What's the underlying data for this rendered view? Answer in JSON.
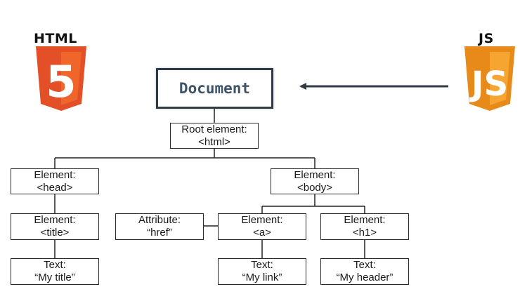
{
  "html_logo": {
    "label": "HTML",
    "digit": "5",
    "color_dark": "#e34f26",
    "color_light": "#f06529"
  },
  "js_logo": {
    "label": "JS",
    "text": "JS",
    "color_dark": "#e88a1a",
    "color_light": "#f7a531"
  },
  "document": {
    "label": "Document"
  },
  "nodes": {
    "root": {
      "line1": "Root element:",
      "line2": "<html>"
    },
    "head": {
      "line1": "Element:",
      "line2": "<head>"
    },
    "body": {
      "line1": "Element:",
      "line2": "<body>"
    },
    "title": {
      "line1": "Element:",
      "line2": "<title>"
    },
    "href": {
      "line1": "Attribute:",
      "line2": "“href”"
    },
    "a": {
      "line1": "Element:",
      "line2": "<a>"
    },
    "h1": {
      "line1": "Element:",
      "line2": "<h1>"
    },
    "text_title": {
      "line1": "Text:",
      "line2": "“My title”"
    },
    "text_link": {
      "line1": "Text:",
      "line2": "“My link”"
    },
    "text_header": {
      "line1": "Text:",
      "line2": "“My header”"
    }
  },
  "colors": {
    "line": "#222222",
    "arrow": "#2f3b45",
    "doc_text": "#3d5468"
  }
}
